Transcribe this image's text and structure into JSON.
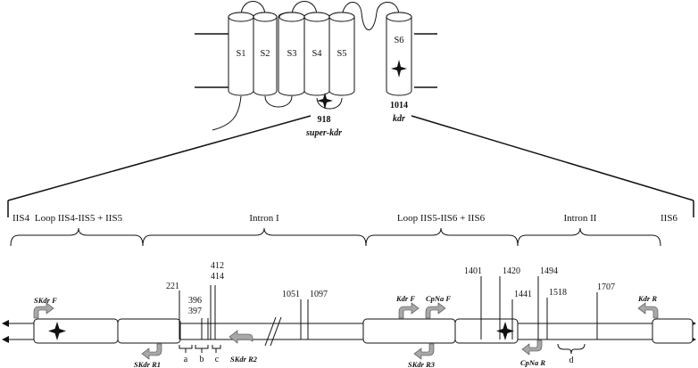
{
  "segments": [
    "S1",
    "S2",
    "S3",
    "S4",
    "S5",
    "S6"
  ],
  "mutations": {
    "super_kdr": {
      "position": "918",
      "name": "super-kdr"
    },
    "kdr": {
      "position": "1014",
      "name": "kdr"
    }
  },
  "domain_labels": {
    "iis4": "IIS4",
    "loop_iis4_iis5": "Loop IIS4-IIS5 + IIS5",
    "intron_1": "Intron I",
    "loop_iis5_iis6": "Loop IIS5-IIS6 + IIS6",
    "intron_2": "Intron II",
    "iis6": "IIS6"
  },
  "positions": {
    "p221": "221",
    "p396": "396",
    "p397": "397",
    "p412": "412",
    "p414": "414",
    "p1051": "1051",
    "p1097": "1097",
    "p1401": "1401",
    "p1420": "1420",
    "p1441": "1441",
    "p1494": "1494",
    "p1518": "1518",
    "p1707": "1707"
  },
  "primers": {
    "skdr_f": "SKdr F",
    "skdr_r1": "SKdr R1",
    "skdr_r2": "SKdr R2",
    "kdr_f": "Kdr F",
    "cpna_f": "CpNa F",
    "skdr_r3": "SKdr R3",
    "cpna_r": "CpNa R",
    "kdr_r": "Kdr R"
  },
  "region_letters": {
    "a": "a",
    "b": "b",
    "c": "c",
    "d": "d"
  }
}
